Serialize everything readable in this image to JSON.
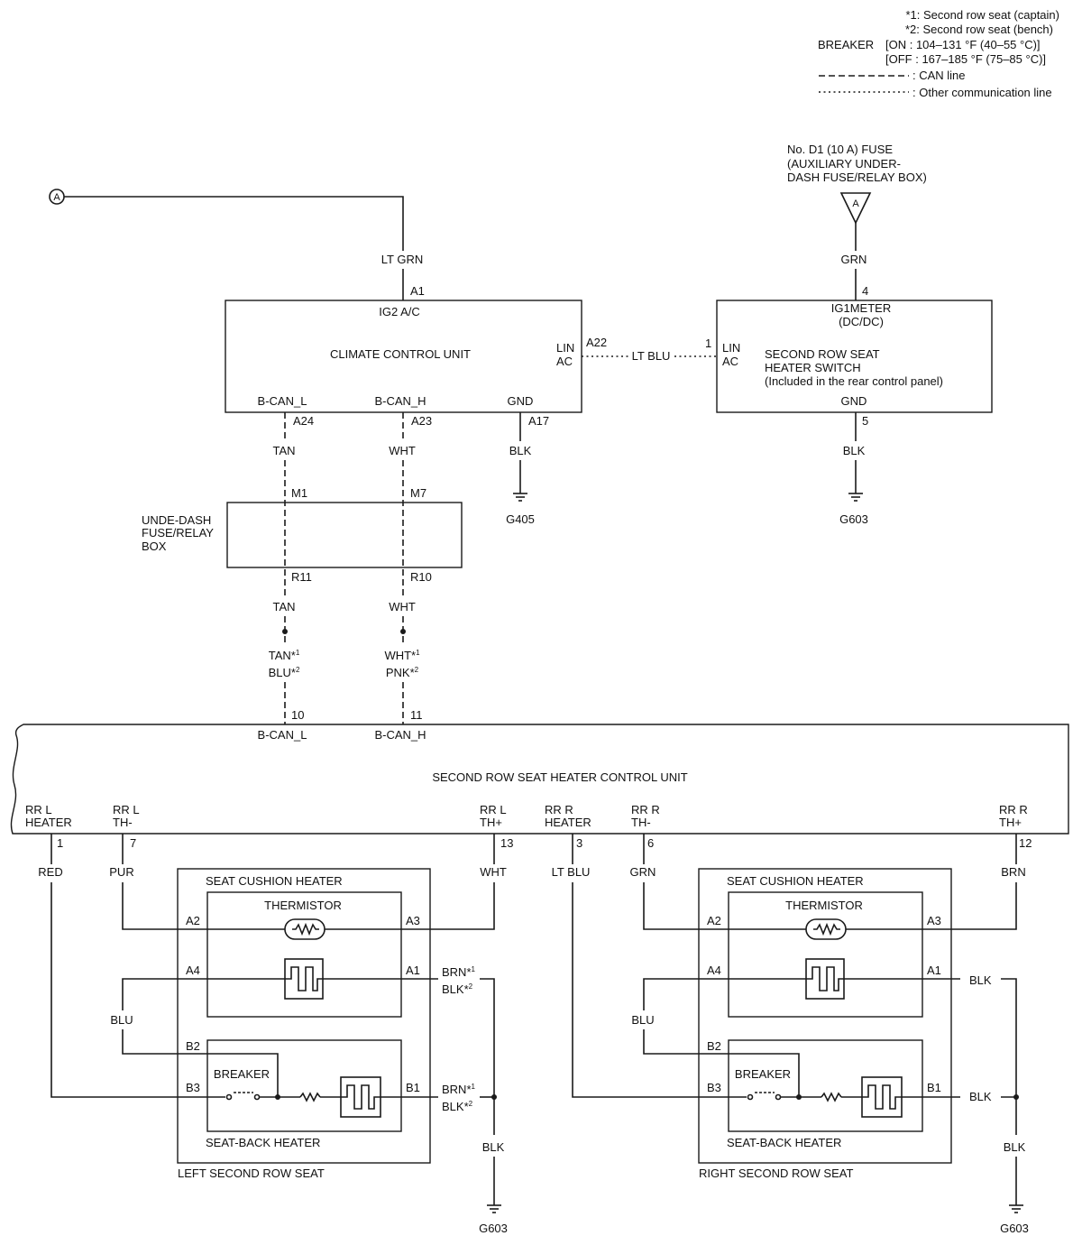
{
  "legend": {
    "note_captain": "*1: Second row seat (captain)",
    "note_bench": "*2: Second row seat (bench)",
    "breaker_label": "BREAKER",
    "breaker_on": "[ON : 104–131 °F (40–55 °C)]",
    "breaker_off": "[OFF : 167–185 °F (75–85 °C)]",
    "can_line": ": CAN line",
    "other_line": ": Other communication line"
  },
  "connector_a": {
    "label": "A",
    "wire_color": "LT GRN",
    "pin": "A1"
  },
  "fuse": {
    "name_line1": "No. D1 (10 A) FUSE",
    "name_line2": "(AUXILIARY UNDER-",
    "name_line3": "DASH FUSE/RELAY BOX)",
    "terminal": "A",
    "wire_color": "GRN",
    "pin": "4"
  },
  "climate_control_unit": {
    "power": "IG2 A/C",
    "name": "CLIMATE CONTROL UNIT",
    "lin": "LIN",
    "ac": "AC",
    "bcan_l": "B-CAN_L",
    "bcan_h": "B-CAN_H",
    "gnd": "GND"
  },
  "lin_link": {
    "pin_left": "A22",
    "wire_color": "LT BLU",
    "pin_right": "1"
  },
  "heater_switch": {
    "power": "IG1METER",
    "power_note": "(DC/DC)",
    "lin": "LIN",
    "ac": "AC",
    "name_line1": "SECOND ROW SEAT",
    "name_line2": "HEATER SWITCH",
    "name_line3": "(Included in the rear control panel)",
    "gnd": "GND"
  },
  "climate_ground": {
    "pin": "A17",
    "wire_color": "BLK",
    "ground": "G405"
  },
  "switch_ground": {
    "pin": "5",
    "wire_color": "BLK",
    "ground": "G603"
  },
  "under_dash_box": {
    "line1": "UNDE-DASH",
    "line2": "FUSE/RELAY",
    "line3": "BOX"
  },
  "can_low": {
    "pin_unit_top": "A24",
    "wire_color_top": "TAN",
    "pin_in": "M1",
    "pin_out": "R11",
    "wire_color_mid": "TAN",
    "captain": {
      "text": "TAN*",
      "sup": "1"
    },
    "bench": {
      "text": "BLU*",
      "sup": "2"
    },
    "pin_unit_bottom": "10"
  },
  "can_high": {
    "pin_unit_top": "A23",
    "wire_color_top": "WHT",
    "pin_in": "M7",
    "pin_out": "R10",
    "wire_color_mid": "WHT",
    "captain": {
      "text": "WHT*",
      "sup": "1"
    },
    "bench": {
      "text": "PNK*",
      "sup": "2"
    },
    "pin_unit_bottom": "11"
  },
  "seat_heater_unit": {
    "bcan_l": "B-CAN_L",
    "bcan_h": "B-CAN_H",
    "name": "SECOND ROW SEAT HEATER CONTROL UNIT",
    "terminals": [
      {
        "name_line1": "RR L",
        "name_line2": "HEATER",
        "pin": "1",
        "wire_color": "RED"
      },
      {
        "name_line1": "RR L",
        "name_line2": "TH-",
        "pin": "7",
        "wire_color": "PUR"
      },
      {
        "name_line1": "RR L",
        "name_line2": "TH+",
        "pin": "13",
        "wire_color": "WHT"
      },
      {
        "name_line1": "RR R",
        "name_line2": "HEATER",
        "pin": "3",
        "wire_color": "LT BLU"
      },
      {
        "name_line1": "RR R",
        "name_line2": "TH-",
        "pin": "6",
        "wire_color": "GRN"
      },
      {
        "name_line1": "RR R",
        "name_line2": "TH+",
        "pin": "12",
        "wire_color": "BRN"
      }
    ]
  },
  "left_seat": {
    "name": "LEFT SECOND ROW SEAT",
    "cushion": "SEAT CUSHION HEATER",
    "thermistor": "THERMISTOR",
    "pin_a2": "A2",
    "pin_a3": "A3",
    "pin_a4": "A4",
    "pin_a1": "A1",
    "pin_b2": "B2",
    "pin_b3": "B3",
    "pin_b1": "B1",
    "blu": "BLU",
    "breaker": "BREAKER",
    "seat_back": "SEAT-BACK HEATER",
    "a1_wire": [
      {
        "text": "BRN*",
        "sup": "1"
      },
      {
        "text": "BLK*",
        "sup": "2"
      }
    ],
    "b1_wire": [
      {
        "text": "BRN*",
        "sup": "1"
      },
      {
        "text": "BLK*",
        "sup": "2"
      }
    ],
    "ground_wire": "BLK",
    "ground": "G603"
  },
  "right_seat": {
    "name": "RIGHT SECOND ROW SEAT",
    "cushion": "SEAT CUSHION HEATER",
    "thermistor": "THERMISTOR",
    "pin_a2": "A2",
    "pin_a3": "A3",
    "pin_a4": "A4",
    "pin_a1": "A1",
    "pin_b2": "B2",
    "pin_b3": "B3",
    "pin_b1": "B1",
    "blu": "BLU",
    "breaker": "BREAKER",
    "seat_back": "SEAT-BACK HEATER",
    "a1_wire": "BLK",
    "b1_wire": "BLK",
    "ground_wire": "BLK",
    "ground": "G603"
  }
}
